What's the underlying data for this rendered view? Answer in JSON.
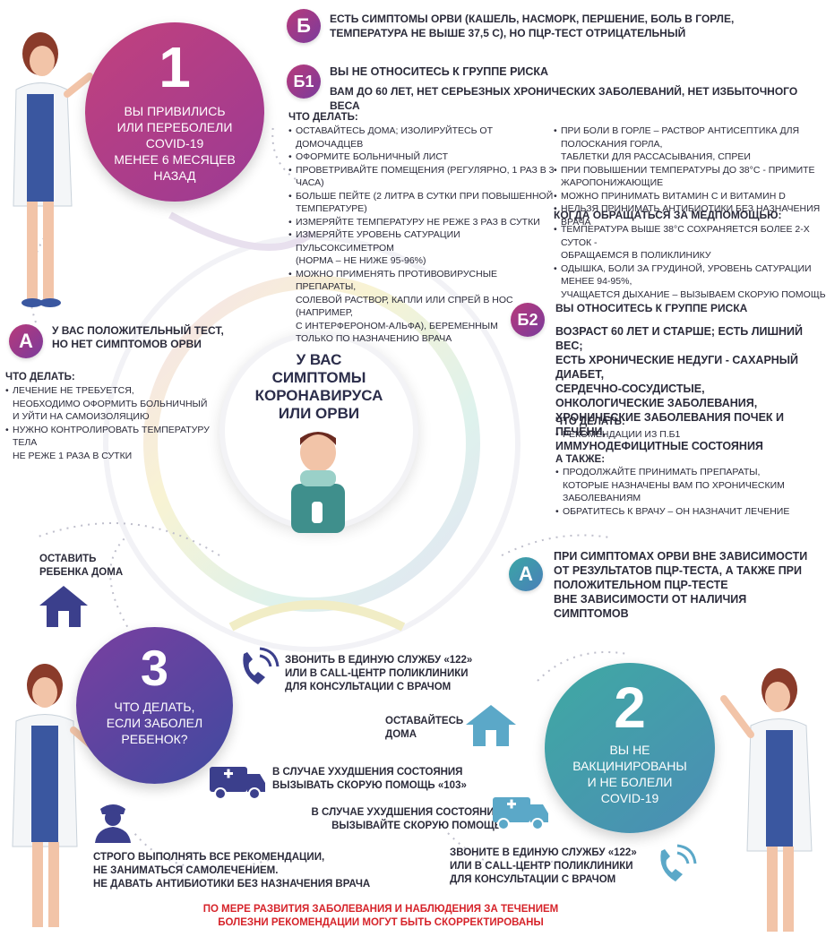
{
  "center": {
    "title": "У ВАС\nСИМПТОМЫ\nКОРОНАВИРУСА\nИЛИ ОРВИ"
  },
  "circle1": {
    "number": "1",
    "text": "ВЫ ПРИВИЛИСЬ\nИЛИ ПЕРЕБОЛЕЛИ\nCOVID-19\nМЕНЕЕ 6 МЕСЯЦЕВ\nНАЗАД"
  },
  "circle2": {
    "number": "2",
    "text": "ВЫ НЕ\nВАКЦИНИРОВАНЫ\nИ НЕ БОЛЕЛИ\nCOVID-19"
  },
  "circle3": {
    "number": "3",
    "text": "ЧТО ДЕЛАТЬ,\nЕСЛИ ЗАБОЛЕЛ\nРЕБЕНОК?"
  },
  "sectionB": {
    "badge": "Б",
    "text": "ЕСТЬ СИМПТОМЫ ОРВИ (КАШЕЛЬ, НАСМОРК, ПЕРШЕНИЕ, БОЛЬ В ГОРЛЕ,\nТЕМПЕРАТУРА НЕ ВЫШЕ 37,5 С), НО ПЦР-ТЕСТ ОТРИЦАТЕЛЬНЫЙ"
  },
  "sectionB1": {
    "badge": "Б1",
    "title": "ВЫ НЕ ОТНОСИТЕСЬ К ГРУППЕ РИСКА",
    "subtitle": "ВАМ ДО 60 ЛЕТ, НЕТ СЕРЬЕЗНЫХ ХРОНИЧЕСКИХ ЗАБОЛЕВАНИЙ, НЕТ ИЗБЫТОЧНОГО ВЕСА",
    "todo_title": "ЧТО ДЕЛАТЬ:",
    "todo_left": [
      "ОСТАВАЙТЕСЬ ДОМА; ИЗОЛИРУЙТЕСЬ ОТ ДОМОЧАДЦЕВ",
      "ОФОРМИТЕ БОЛЬНИЧНЫЙ ЛИСТ",
      "ПРОВЕТРИВАЙТЕ ПОМЕЩЕНИЯ (РЕГУЛЯРНО, 1 РАЗ В 3 ЧАСА)",
      "БОЛЬШЕ ПЕЙТЕ (2 ЛИТРА В СУТКИ ПРИ ПОВЫШЕННОЙ ТЕМПЕРАТУРЕ)",
      "ИЗМЕРЯЙТЕ ТЕМПЕРАТУРУ НЕ РЕЖЕ 3 РАЗ В СУТКИ",
      "ИЗМЕРЯЙТЕ УРОВЕНЬ САТУРАЦИИ ПУЛЬСОКСИМЕТРОМ\n(НОРМА – НЕ НИЖЕ 95-96%)",
      "МОЖНО ПРИМЕНЯТЬ ПРОТИВОВИРУСНЫЕ ПРЕПАРАТЫ,\nСОЛЕВОЙ РАСТВОР, КАПЛИ ИЛИ СПРЕЙ В НОС (НАПРИМЕР,\nС ИНТЕРФЕРОНОМ-АЛЬФА), БЕРЕМЕННЫМ\nТОЛЬКО ПО НАЗНАЧЕНИЮ ВРАЧА"
    ],
    "todo_right": [
      "ПРИ БОЛИ В ГОРЛЕ – РАСТВОР АНТИСЕПТИКА ДЛЯ ПОЛОСКАНИЯ ГОРЛА,\nТАБЛЕТКИ ДЛЯ РАССАСЫВАНИЯ, СПРЕИ",
      "ПРИ ПОВЫШЕНИИ ТЕМПЕРАТУРЫ ДО 38°С - ПРИМИТЕ ЖАРОПОНИЖАЮЩИЕ",
      "МОЖНО ПРИНИМАТЬ ВИТАМИН С И ВИТАМИН D",
      "НЕЛЬЗЯ ПРИНИМАТЬ АНТИБИОТИКИ БЕЗ НАЗНАЧЕНИЯ ВРАЧА"
    ],
    "when_title": "КОГДА ОБРАЩАТЬСЯ ЗА МЕДПОМОЩЬЮ:",
    "when_items": [
      "ТЕМПЕРАТУРА ВЫШЕ 38°С СОХРАНЯЕТСЯ БОЛЕЕ 2-Х СУТОК -\nОБРАЩАЕМСЯ В ПОЛИКЛИНИКУ",
      "ОДЫШКА, БОЛИ ЗА ГРУДИНОЙ, УРОВЕНЬ САТУРАЦИИ МЕНЕЕ 94-95%,\nУЧАЩАЕТСЯ ДЫХАНИЕ – ВЫЗЫВАЕМ СКОРУЮ ПОМОЩЬ"
    ]
  },
  "sectionB2": {
    "badge": "Б2",
    "title": "ВЫ ОТНОСИТЕСЬ К ГРУППЕ РИСКА",
    "desc": "ВОЗРАСТ 60 ЛЕТ И СТАРШЕ; ЕСТЬ ЛИШНИЙ ВЕС;\nЕСТЬ ХРОНИЧЕСКИЕ НЕДУГИ - САХАРНЫЙ ДИАБЕТ,\nСЕРДЕЧНО-СОСУДИСТЫЕ,\nОНКОЛОГИЧЕСКИЕ ЗАБОЛЕВАНИЯ,\nХРОНИЧЕСКИЕ ЗАБОЛЕВАНИЯ ПОЧЕК И ПЕЧЕНИ,\nИММУНОДЕФИЦИТНЫЕ СОСТОЯНИЯ",
    "todo_title": "ЧТО ДЕЛАТЬ:",
    "todo_items": [
      "РЕКОМЕНДАЦИИ ИЗ П.Б1"
    ],
    "also_title": "А ТАКЖЕ:",
    "also_items": [
      "ПРОДОЛЖАЙТЕ ПРИНИМАТЬ ПРЕПАРАТЫ,\nКОТОРЫЕ НАЗНАЧЕНЫ ВАМ ПО ХРОНИЧЕСКИМ ЗАБОЛЕВАНИЯМ",
      "ОБРАТИТЕСЬ К ВРАЧУ – ОН НАЗНАЧИТ ЛЕЧЕНИЕ"
    ]
  },
  "sectionA_left": {
    "badge": "А",
    "text": "У ВАС ПОЛОЖИТЕЛЬНЫЙ ТЕСТ,\nНО НЕТ СИМПТОМОВ ОРВИ",
    "todo_title": "ЧТО ДЕЛАТЬ:",
    "todo_items": [
      "ЛЕЧЕНИЕ НЕ ТРЕБУЕТСЯ,\nНЕОБХОДИМО ОФОРМИТЬ БОЛЬНИЧНЫЙ\nИ УЙТИ НА САМОИЗОЛЯЦИЮ",
      "НУЖНО КОНТРОЛИРОВАТЬ ТЕМПЕРАТУРУ ТЕЛА\nНЕ РЕЖЕ 1 РАЗА В СУТКИ"
    ]
  },
  "sectionA_right": {
    "badge": "А",
    "text": "ПРИ СИМПТОМАХ ОРВИ ВНЕ ЗАВИСИМОСТИ\nОТ РЕЗУЛЬТАТОВ ПЦР-ТЕСТА, А ТАКЖЕ ПРИ\nПОЛОЖИТЕЛЬНОМ ПЦР-ТЕСТЕ\nВНЕ ЗАВИСИМОСТИ ОТ НАЛИЧИЯ СИМПТОМОВ"
  },
  "child": {
    "stay_home": "ОСТАВИТЬ\nРЕБЕНКА ДОМА",
    "call": "ЗВОНИТЬ В ЕДИНУЮ СЛУЖБУ «122»\nИЛИ В CALL-ЦЕНТР ПОЛИКЛИНИКИ\nДЛЯ КОНСУЛЬТАЦИИ С ВРАЧОМ",
    "ambulance": "В СЛУЧАЕ УХУДШЕНИЯ СОСТОЯНИЯ\nВЫЗЫВАТЬ СКОРУЮ ПОМОЩЬ «103»",
    "strict": "СТРОГО ВЫПОЛНЯТЬ ВСЕ РЕКОМЕНДАЦИИ,\nНЕ ЗАНИМАТЬСЯ САМОЛЕЧЕНИЕМ.\nНЕ ДАВАТЬ АНТИБИОТИКИ БЕЗ НАЗНАЧЕНИЯ ВРАЧА"
  },
  "adult2": {
    "stay_home": "ОСТАВАЙТЕСЬ\nДОМА",
    "ambulance": "В СЛУЧАЕ УХУДШЕНИЯ СОСТОЯНИЯ\nВЫЗЫВАЙТЕ СКОРУЮ ПОМОЩЬ",
    "call": "ЗВОНИТЕ В ЕДИНУЮ СЛУЖБУ «122»\nИЛИ В CALL-ЦЕНТР ПОЛИКЛИНИКИ\nДЛЯ КОНСУЛЬТАЦИИ С ВРАЧОМ"
  },
  "footer": {
    "note": "ПО МЕРЕ РАЗВИТИЯ ЗАБОЛЕВАНИЯ И НАБЛЮДЕНИЯ ЗА ТЕЧЕНИЕМ\nБОЛЕЗНИ РЕКОМЕНДАЦИИ МОГУТ БЫТЬ СКОРРЕКТИРОВАНЫ"
  },
  "colors": {
    "pink": "#b83a7a",
    "purple": "#6c3f9c",
    "teal": "#3aa6a6",
    "navy": "#3b3f8c",
    "red": "#d6232a"
  }
}
